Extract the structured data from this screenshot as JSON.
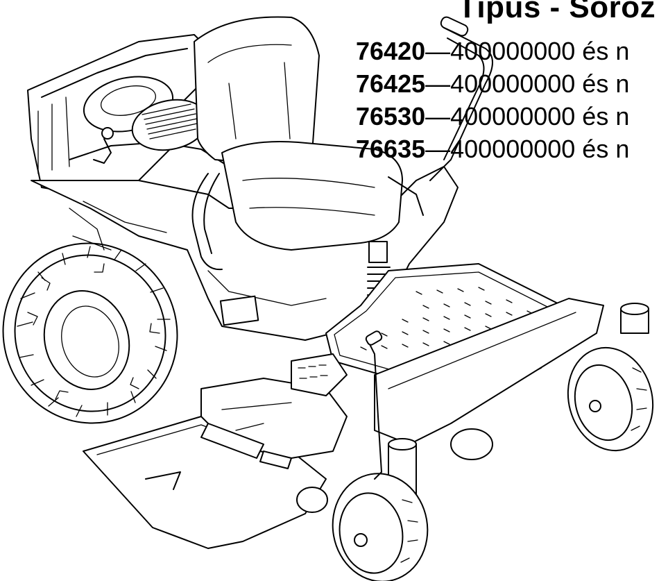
{
  "header": {
    "title": "Típus - Soroz"
  },
  "models": [
    {
      "number": "76420",
      "range": "—400000000 és n"
    },
    {
      "number": "76425",
      "range": "—400000000 és n"
    },
    {
      "number": "76530",
      "range": "—400000000 és n"
    },
    {
      "number": "76635",
      "range": "—400000000 és n"
    }
  ],
  "illustration": {
    "subject": "zero-turn riding mower line drawing",
    "colors": {
      "line": "#000000",
      "background": "#ffffff"
    }
  }
}
